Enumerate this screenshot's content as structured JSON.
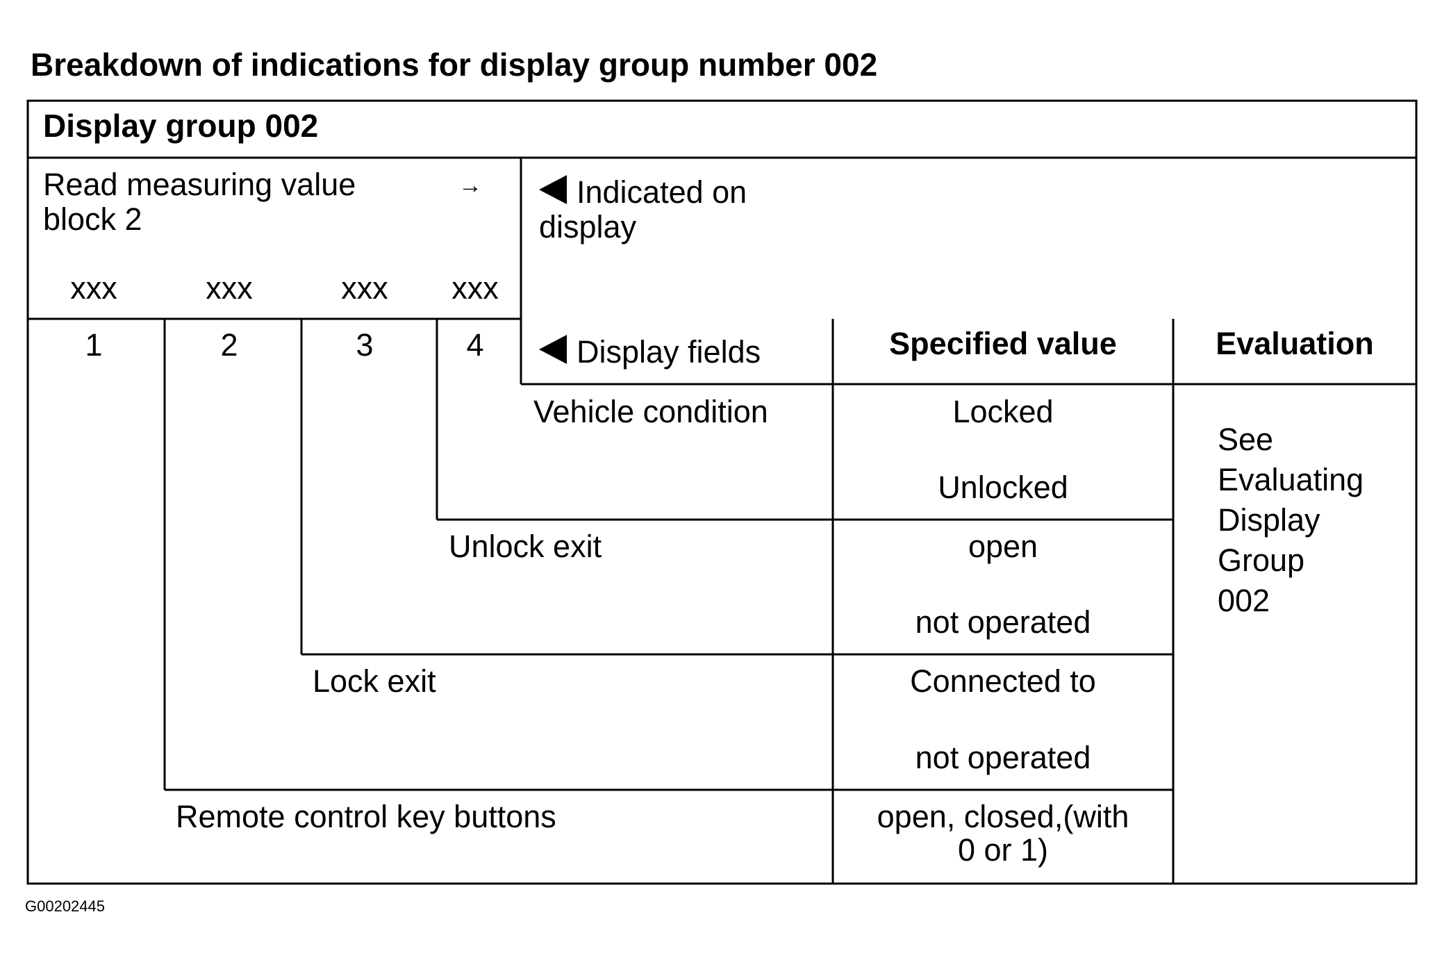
{
  "title": "Breakdown of indications for display group number 002",
  "display_group": "Display group 002",
  "read_block": {
    "line1": "Read measuring value",
    "line2": "block 2",
    "arrow": "→",
    "placeholders": [
      "xxx",
      "xxx",
      "xxx",
      "xxx"
    ]
  },
  "field_numbers": [
    "1",
    "2",
    "3",
    "4"
  ],
  "indicated": {
    "line1": "Indicated on",
    "line2": "display"
  },
  "headers": {
    "display_fields": "Display fields",
    "specified_value": "Specified value",
    "evaluation": "Evaluation"
  },
  "rows": [
    {
      "field": "Vehicle condition",
      "values": [
        "Locked",
        "Unlocked"
      ]
    },
    {
      "field": "Unlock exit",
      "values": [
        "open",
        "not operated"
      ]
    },
    {
      "field": "Lock exit",
      "values": [
        "Connected to",
        "not operated"
      ]
    },
    {
      "field": "Remote control key buttons",
      "values": [
        "open, closed,(with",
        "0 or 1)"
      ]
    }
  ],
  "evaluation_text": [
    "See",
    "Evaluating",
    "Display",
    "Group",
    "002"
  ],
  "figure_id": "G00202445"
}
